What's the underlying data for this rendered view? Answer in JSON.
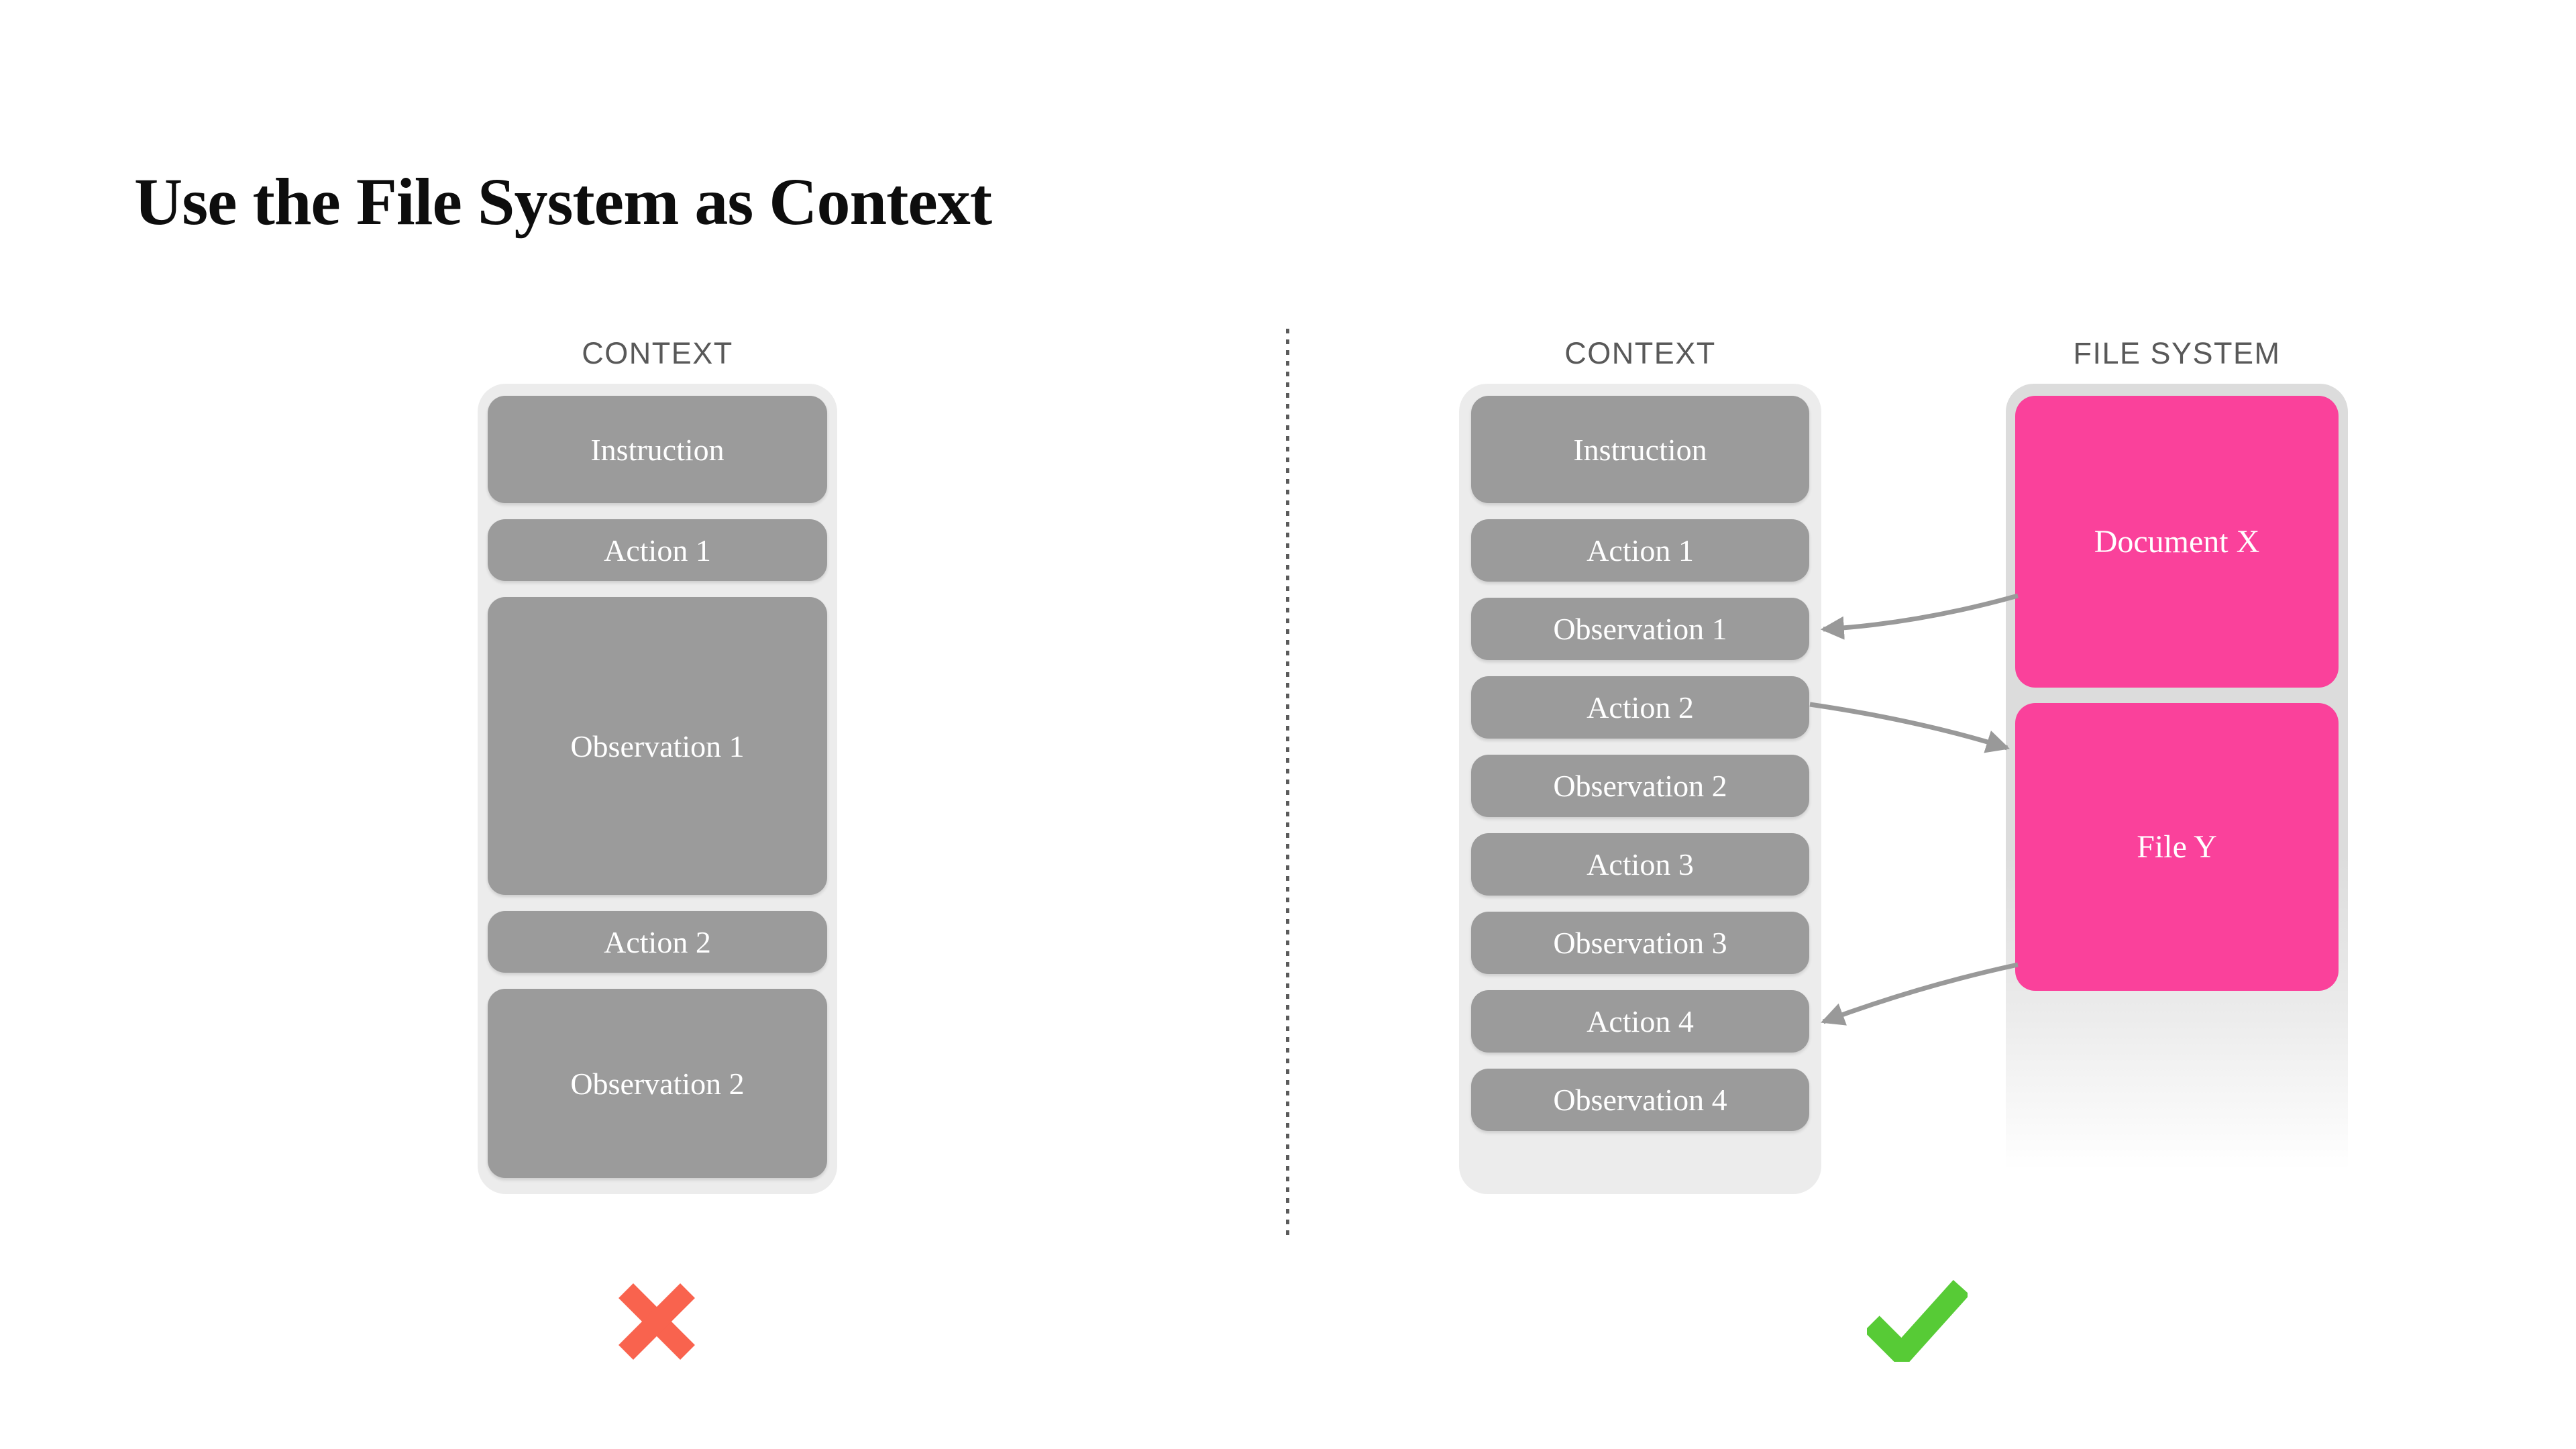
{
  "title": "Use the File System as Context",
  "labels": {
    "left_context": "CONTEXT",
    "right_context": "CONTEXT",
    "file_system": "FILE SYSTEM"
  },
  "left_context": {
    "boxes": [
      {
        "label": "Instruction",
        "size": "instruction"
      },
      {
        "label": "Action 1",
        "size": "short"
      },
      {
        "label": "Observation 1",
        "size": "tall"
      },
      {
        "label": "Action 2",
        "size": "short"
      },
      {
        "label": "Observation 2",
        "size": "medium"
      }
    ],
    "verdict": "rejected"
  },
  "right_context": {
    "boxes": [
      {
        "label": "Instruction",
        "size": "instruction"
      },
      {
        "label": "Action 1",
        "size": "row"
      },
      {
        "label": "Observation 1",
        "size": "row"
      },
      {
        "label": "Action 2",
        "size": "row"
      },
      {
        "label": "Observation 2",
        "size": "row"
      },
      {
        "label": "Action 3",
        "size": "row"
      },
      {
        "label": "Observation 3",
        "size": "row"
      },
      {
        "label": "Action 4",
        "size": "row"
      },
      {
        "label": "Observation 4",
        "size": "row"
      }
    ],
    "verdict": "approved"
  },
  "file_system": {
    "files": [
      {
        "label": "Document X",
        "size": "docx"
      },
      {
        "label": "File Y",
        "size": "filey"
      }
    ]
  },
  "connections": [
    {
      "from": "Document X",
      "to": "Observation 1"
    },
    {
      "from": "Action 2",
      "to": "File Y"
    },
    {
      "from": "File Y",
      "to": "Action 4"
    }
  ],
  "icons": {
    "cross": "red-x-icon",
    "check": "green-check-icon"
  },
  "colors": {
    "context_panel": "#ececec",
    "context_box": "#9b9b9b",
    "fs_panel": "#dcdcdc",
    "file_box": "#fa419b",
    "arrow": "#999999",
    "divider": "#5b5b5b",
    "cross": "#f9634e",
    "check": "#57cb36",
    "label_text": "#595959"
  }
}
